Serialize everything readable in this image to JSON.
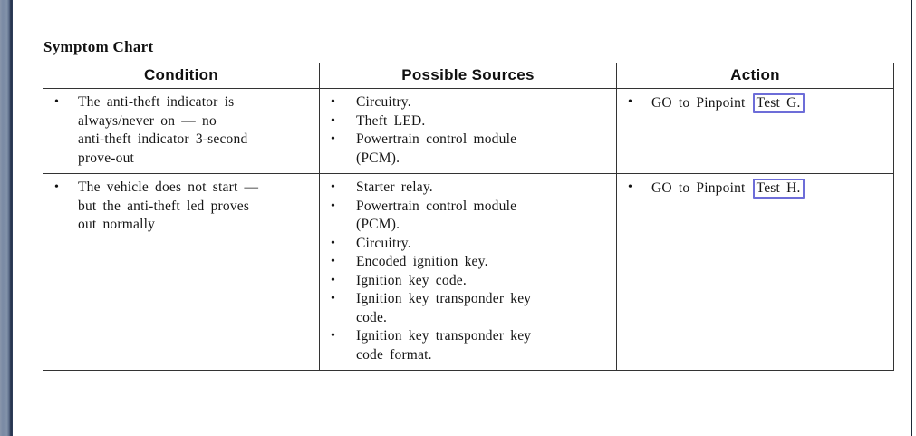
{
  "page": {
    "title": "Symptom Chart"
  },
  "glyphs": {
    "bullet": "•"
  },
  "colors": {
    "link_box_border": "#6d6dd8",
    "table_border": "#333333",
    "left_bar": "#7a8aa4",
    "left_bar_edge": "#25324b",
    "right_line": "#1e2836",
    "text": "#151515"
  },
  "table": {
    "headers": [
      "Condition",
      "Possible Sources",
      "Action"
    ],
    "rows": [
      {
        "condition": "The anti-theft indicator is\nalways/never on — no\nanti-theft indicator 3-second\nprove-out",
        "sources": [
          "Circuitry.",
          "Theft LED.",
          "Powertrain control module\n(PCM)."
        ],
        "action_prefix": "GO to Pinpoint",
        "action_link": "Test G."
      },
      {
        "condition": "The vehicle does not start —\nbut the anti-theft led proves\nout normally",
        "sources": [
          "Starter relay.",
          "Powertrain control module\n(PCM).",
          "Circuitry.",
          "Encoded ignition key.",
          "Ignition key code.",
          "Ignition key transponder key\ncode.",
          "Ignition key transponder key\ncode format."
        ],
        "action_prefix": "GO to Pinpoint",
        "action_link": "Test H."
      }
    ]
  }
}
